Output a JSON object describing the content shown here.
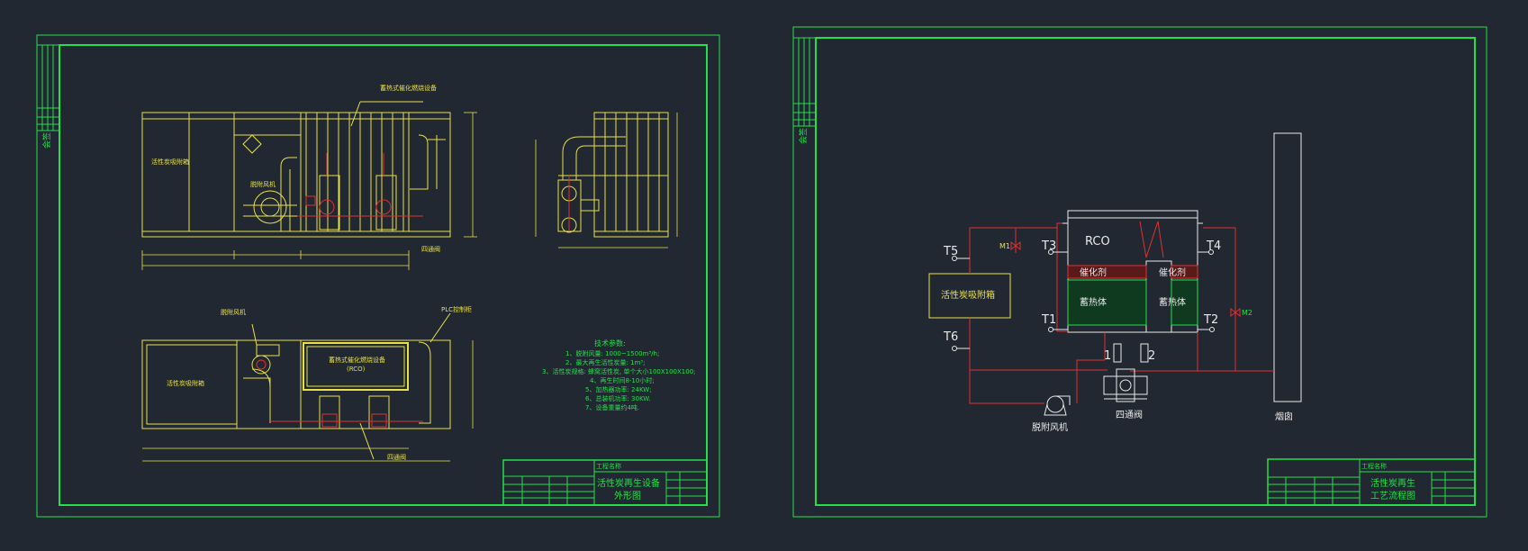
{
  "sheet1": {
    "side_label": "会签",
    "title_block": {
      "company": "工程名称",
      "title_line1": "活性炭再生设备",
      "title_line2": "外形图"
    },
    "callouts": {
      "top_main": "蓄热式催化燃烧设备",
      "left_box": "活性炭吸附箱",
      "fan": "脱附风机",
      "valve": "四通阀",
      "plan_left_box": "活性炭吸附箱",
      "plan_fan": "脱附风机",
      "plan_main": "蓄热式催化燃烧设备",
      "plan_main_sub": "(RCO)",
      "plc": "PLC控制柜",
      "plan_valve": "四通阀"
    },
    "tech_notes": {
      "heading": "技术参数:",
      "items": [
        "1、脱附风量: 1000~1500m³/h;",
        "2、最大再生活性炭量: 1m³;",
        "3、活性炭规格: 蜂窝活性炭, 单个大小100X100X100;",
        "4、再生时间8-10小时;",
        "5、加热器功率: 24KW;",
        "6、总装机功率: 30KW.",
        "7、设备重量约4吨."
      ]
    }
  },
  "sheet2": {
    "side_label": "会签",
    "labels": {
      "rco": "RCO",
      "catalyst_left": "催化剂",
      "catalyst_right": "催化剂",
      "heat_left": "蓄热体",
      "heat_right": "蓄热体",
      "filter": "活性炭吸附箱",
      "t1": "T1",
      "t2": "T2",
      "t3": "T3",
      "t4": "T4",
      "t5": "T5",
      "t6": "T6",
      "m1": "M1",
      "m2": "M2",
      "n1": "1",
      "n2": "2",
      "fan": "脱附风机",
      "valve": "四通阀",
      "chimney": "烟囱"
    },
    "title_block": {
      "company": "工程名称",
      "title_line1": "活性炭再生",
      "title_line2": "工艺流程图"
    }
  }
}
